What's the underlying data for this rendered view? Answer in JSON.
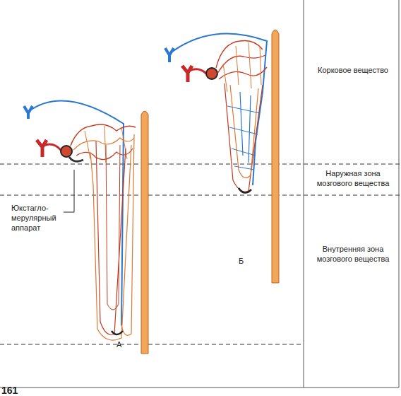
{
  "diagram": {
    "labels": [
      "Корковое вещество",
      "Наружная зона мозгового вещества",
      "Внутренняя зона мозгового вещества",
      "Юкстагло- мерулярный аппарат",
      "А",
      "Б",
      "161"
    ]
  }
}
